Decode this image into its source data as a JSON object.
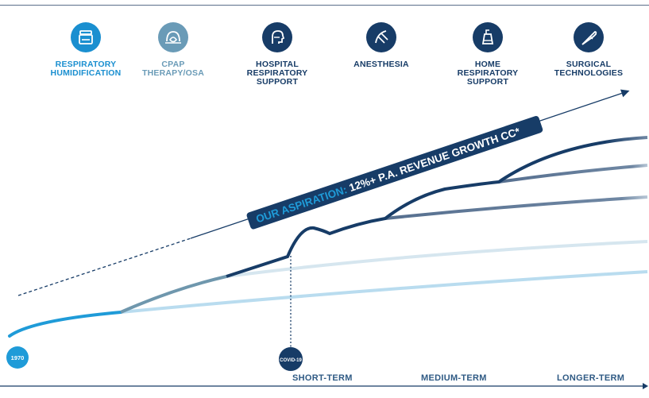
{
  "colors": {
    "navy": "#173c67",
    "bright_blue": "#1f9bd8",
    "teal": "#6f97ad",
    "light_blue": "#b9dcef",
    "slate": "#6f87a3",
    "pale": "#d6e6ef"
  },
  "categories": [
    {
      "label": "RESPIRATORY\nHUMIDIFICATION",
      "icon": "humidifier-icon",
      "color": "#1a8fd0"
    },
    {
      "label": "CPAP\nTHERAPY/OSA",
      "icon": "cpap-mask-icon",
      "color": "#6a9bb7"
    },
    {
      "label": "HOSPITAL\nRESPIRATORY\nSUPPORT",
      "icon": "patient-head-icon",
      "color": "#173c67"
    },
    {
      "label": "ANESTHESIA",
      "icon": "anesthesia-icon",
      "color": "#173c67"
    },
    {
      "label": "HOME\nRESPIRATORY\nSUPPORT",
      "icon": "home-device-icon",
      "color": "#173c67"
    },
    {
      "label": "SURGICAL\nTECHNOLOGIES",
      "icon": "scalpel-icon",
      "color": "#173c67"
    }
  ],
  "aspiration": {
    "prefix": "OUR ASPIRATION:",
    "text": " 12%+ P.A. REVENUE GROWTH CC*"
  },
  "milestones": {
    "start": "1970",
    "event": "COVID-19"
  },
  "terms": [
    "SHORT-TERM",
    "MEDIUM-TERM",
    "LONGER-TERM"
  ]
}
